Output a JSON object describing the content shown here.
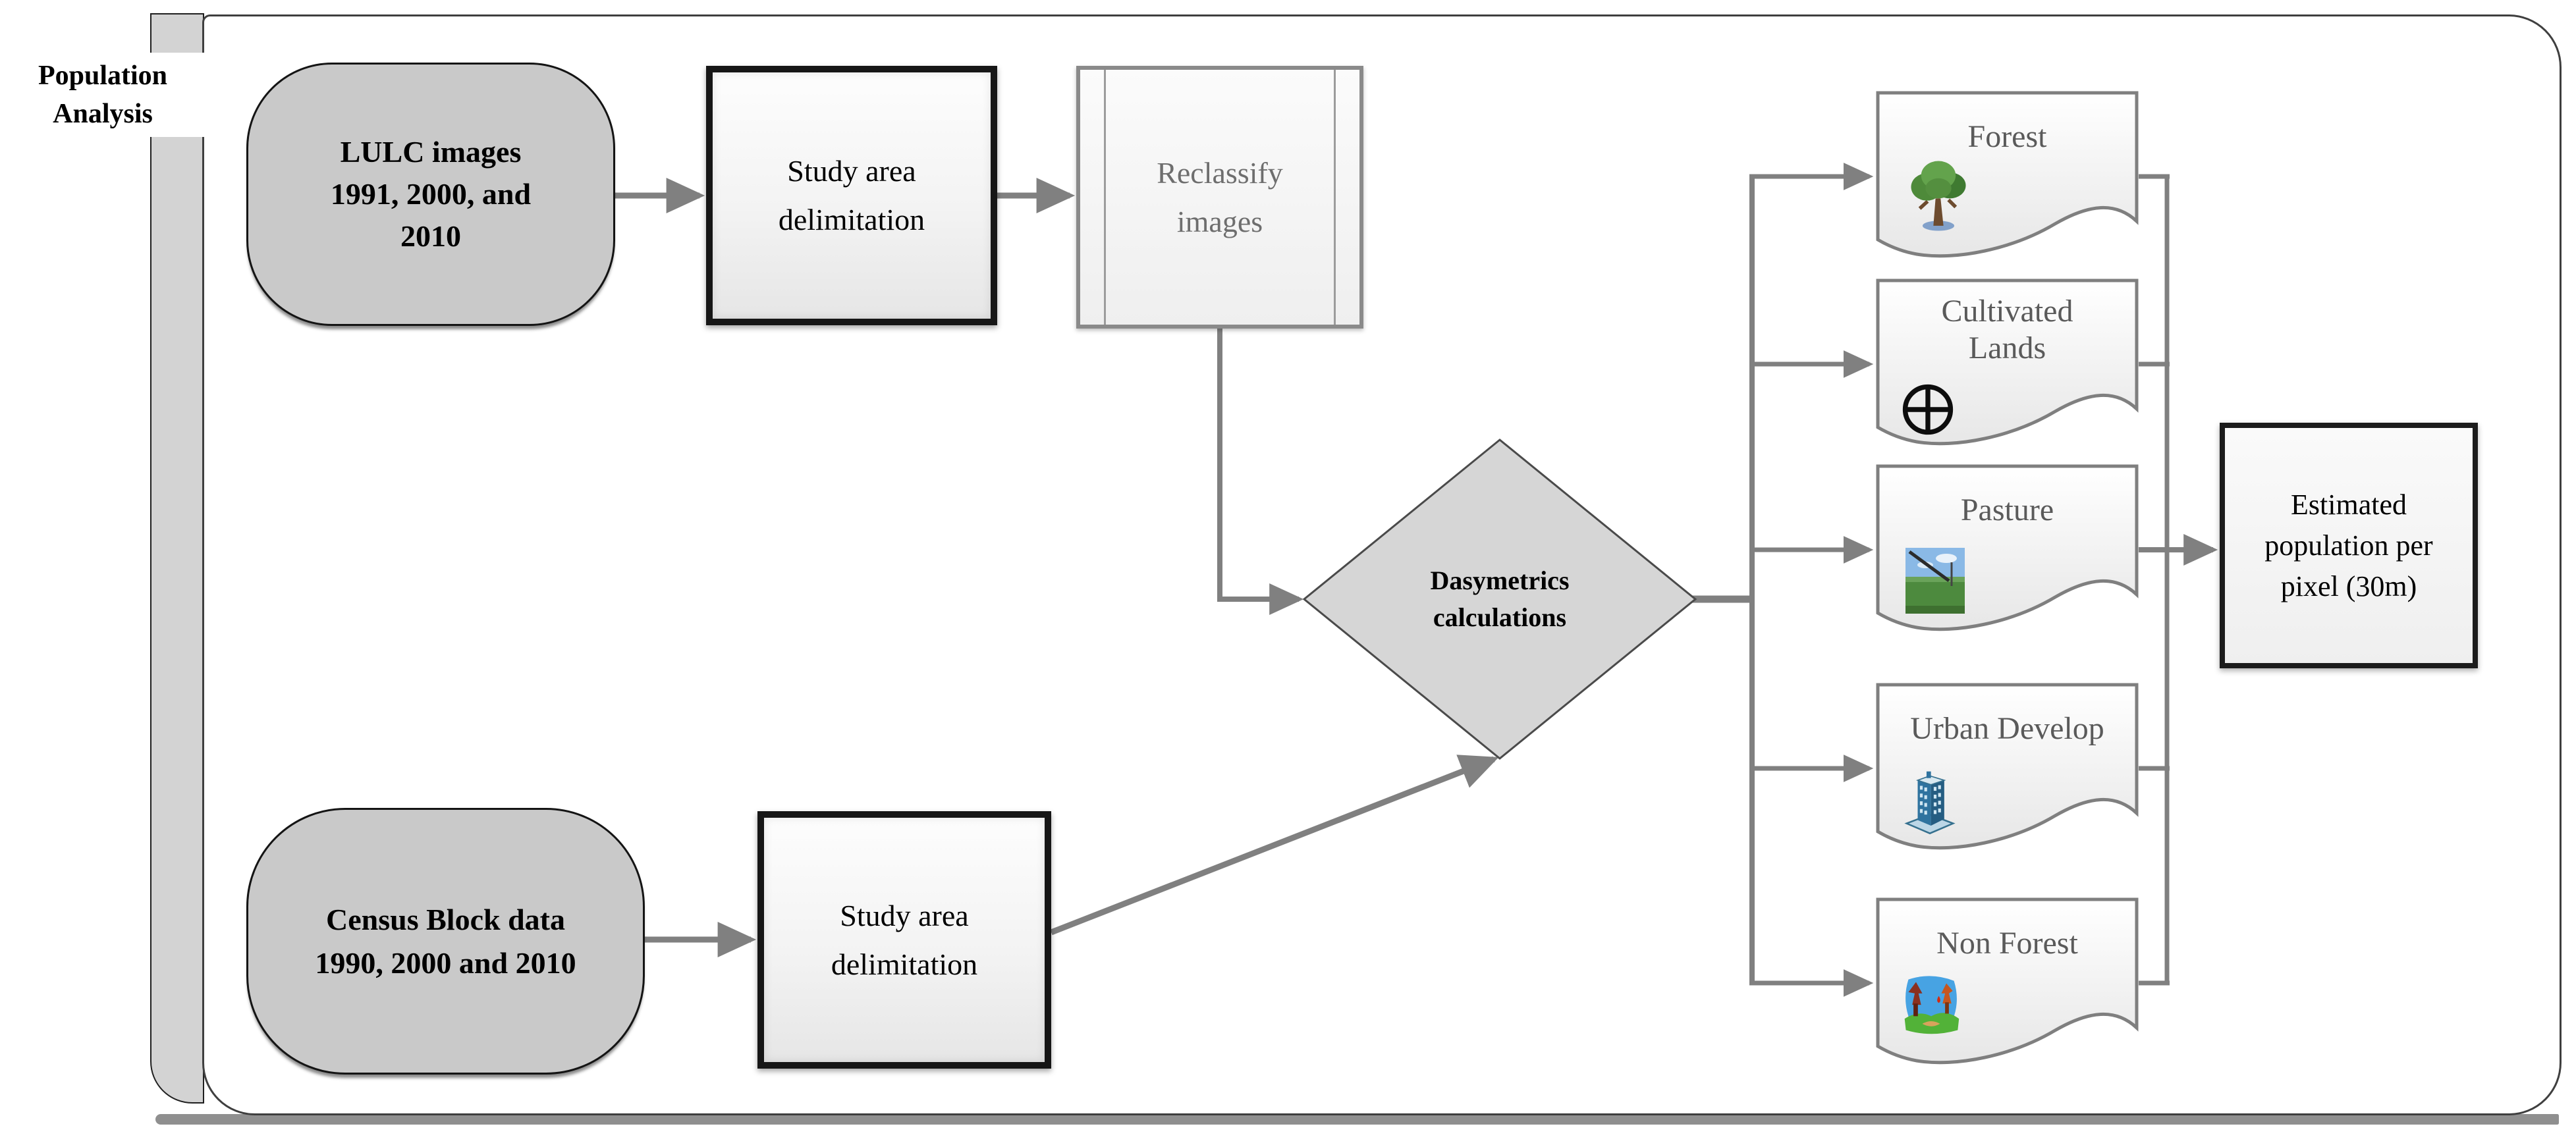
{
  "header": {
    "title_line1": "Population",
    "title_line2": "Analysis"
  },
  "flow": {
    "lulc": {
      "line1": "LULC images",
      "line2": "1991, 2000, and",
      "line3": "2010"
    },
    "study_area_top": {
      "line1": "Study area",
      "line2": "delimitation"
    },
    "reclassify": {
      "line1": "Reclassify",
      "line2": "images"
    },
    "dasymetrics": {
      "line1": "Dasymetrics",
      "line2": "calculations"
    },
    "census": {
      "line1": "Census Block data",
      "line2": "1990, 2000 and 2010"
    },
    "study_area_bottom": {
      "line1": "Study area",
      "line2": "delimitation"
    },
    "estimated": {
      "line1": "Estimated",
      "line2": "population per",
      "line3": "pixel (30m)"
    }
  },
  "outputs": [
    {
      "label_line1": "Forest",
      "label_line2": "",
      "icon": "tree-icon"
    },
    {
      "label_line1": "Cultivated",
      "label_line2": "Lands",
      "icon": "circle-plus-icon"
    },
    {
      "label_line1": "Pasture",
      "label_line2": "",
      "icon": "pasture-photo-icon"
    },
    {
      "label_line1": "Urban Develop",
      "label_line2": "",
      "icon": "building-icon"
    },
    {
      "label_line1": "Non Forest",
      "label_line2": "",
      "icon": "landscape-icon"
    }
  ],
  "colors": {
    "connector": "#808080",
    "stadium-fill": "#c9c9c9",
    "diamond-fill": "#d6d6d6",
    "doc-border": "#7f7f7f",
    "doc-text": "#5a5a5a",
    "band-fill": "#d3d3d3",
    "bottom-bar-fill": "#8f8f8f"
  }
}
